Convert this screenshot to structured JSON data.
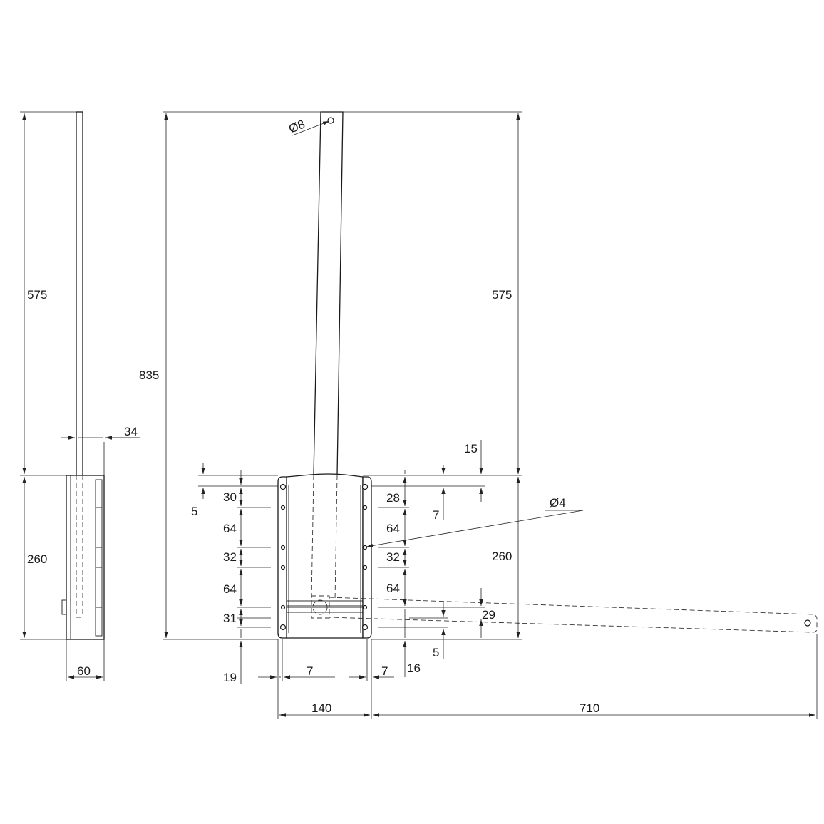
{
  "side_view": {
    "dim_upper_height": "575",
    "dim_lower_height": "260",
    "dim_bar_width": "34",
    "dim_depth": "60"
  },
  "front_view": {
    "dim_total_height": "835",
    "dim_bar_height": "575",
    "dim_body_height": "260",
    "dim_top_offset": "15",
    "dim_hole_diameter_top": "Ø8",
    "dim_hole_diameter_small": "Ø4",
    "left_column": [
      "30",
      "64",
      "32",
      "64",
      "31"
    ],
    "left_top_offset": "5",
    "left_bottom_offset": "19",
    "right_column": [
      "28",
      "64",
      "32",
      "64"
    ],
    "right_offset_7": "7",
    "right_arm_29": "29",
    "right_offset_5": "5",
    "right_offset_16": "16",
    "left_edge_7": "7",
    "right_edge_7": "7",
    "dim_body_width": "140",
    "dim_arm_length": "710"
  }
}
